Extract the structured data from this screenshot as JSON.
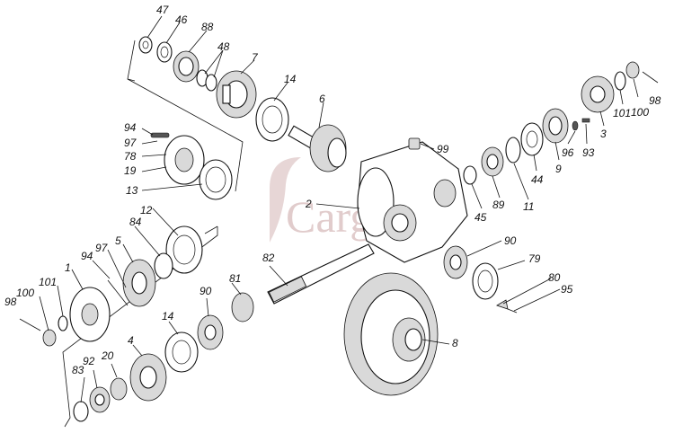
{
  "watermark": "Cargo",
  "labels": [
    {
      "id": "p47a",
      "text": "47"
    },
    {
      "id": "p46",
      "text": "46"
    },
    {
      "id": "p88",
      "text": "88"
    },
    {
      "id": "p48",
      "text": "48"
    },
    {
      "id": "p7",
      "text": "7"
    },
    {
      "id": "p14a",
      "text": "14"
    },
    {
      "id": "p6",
      "text": "6"
    },
    {
      "id": "p94a",
      "text": "94"
    },
    {
      "id": "p97a",
      "text": "97"
    },
    {
      "id": "p78",
      "text": "78"
    },
    {
      "id": "p19",
      "text": "19"
    },
    {
      "id": "p13",
      "text": "13"
    },
    {
      "id": "p99",
      "text": "99"
    },
    {
      "id": "p2",
      "text": "2"
    },
    {
      "id": "p45",
      "text": "45"
    },
    {
      "id": "p89",
      "text": "89"
    },
    {
      "id": "p11",
      "text": "11"
    },
    {
      "id": "p44",
      "text": "44"
    },
    {
      "id": "p9",
      "text": "9"
    },
    {
      "id": "p96",
      "text": "96"
    },
    {
      "id": "p93",
      "text": "93"
    },
    {
      "id": "p3",
      "text": "3"
    },
    {
      "id": "p101a",
      "text": "101"
    },
    {
      "id": "p100a",
      "text": "100"
    },
    {
      "id": "p98a",
      "text": "98"
    },
    {
      "id": "p12",
      "text": "12"
    },
    {
      "id": "p84",
      "text": "84"
    },
    {
      "id": "p5",
      "text": "5"
    },
    {
      "id": "p94b",
      "text": "94"
    },
    {
      "id": "p97b",
      "text": "97"
    },
    {
      "id": "p1",
      "text": "1"
    },
    {
      "id": "p101b",
      "text": "101"
    },
    {
      "id": "p100b",
      "text": "100"
    },
    {
      "id": "p98b",
      "text": "98"
    },
    {
      "id": "p82",
      "text": "82"
    },
    {
      "id": "p81",
      "text": "81"
    },
    {
      "id": "p90a",
      "text": "90"
    },
    {
      "id": "p14b",
      "text": "14"
    },
    {
      "id": "p4",
      "text": "4"
    },
    {
      "id": "p20",
      "text": "20"
    },
    {
      "id": "p92",
      "text": "92"
    },
    {
      "id": "p83",
      "text": "83"
    },
    {
      "id": "p90b",
      "text": "90"
    },
    {
      "id": "p79",
      "text": "79"
    },
    {
      "id": "p80",
      "text": "80"
    },
    {
      "id": "p95",
      "text": "95"
    },
    {
      "id": "p8",
      "text": "8"
    }
  ]
}
